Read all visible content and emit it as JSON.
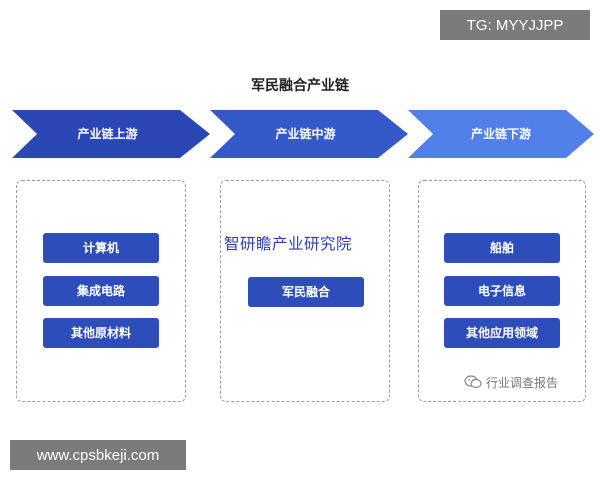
{
  "watermarks": {
    "top": "TG: MYYJJPP",
    "bottom": "www.cpsbkeji.com"
  },
  "title": "军民融合产业链",
  "stages": [
    {
      "label": "产业链上游",
      "color": "#2b47b5"
    },
    {
      "label": "产业链中游",
      "color": "#3559c9"
    },
    {
      "label": "产业链下游",
      "color": "#5080e8"
    }
  ],
  "upstream": {
    "items": [
      "计算机",
      "集成电路",
      "其他原材料"
    ]
  },
  "midstream": {
    "overlay_text": "智研瞻产业研究院",
    "items": [
      "军民融合"
    ]
  },
  "downstream": {
    "items": [
      "船舶",
      "电子信息",
      "其他应用领域"
    ],
    "source": "行业调查报告",
    "source_icon": "wechat-icon"
  }
}
